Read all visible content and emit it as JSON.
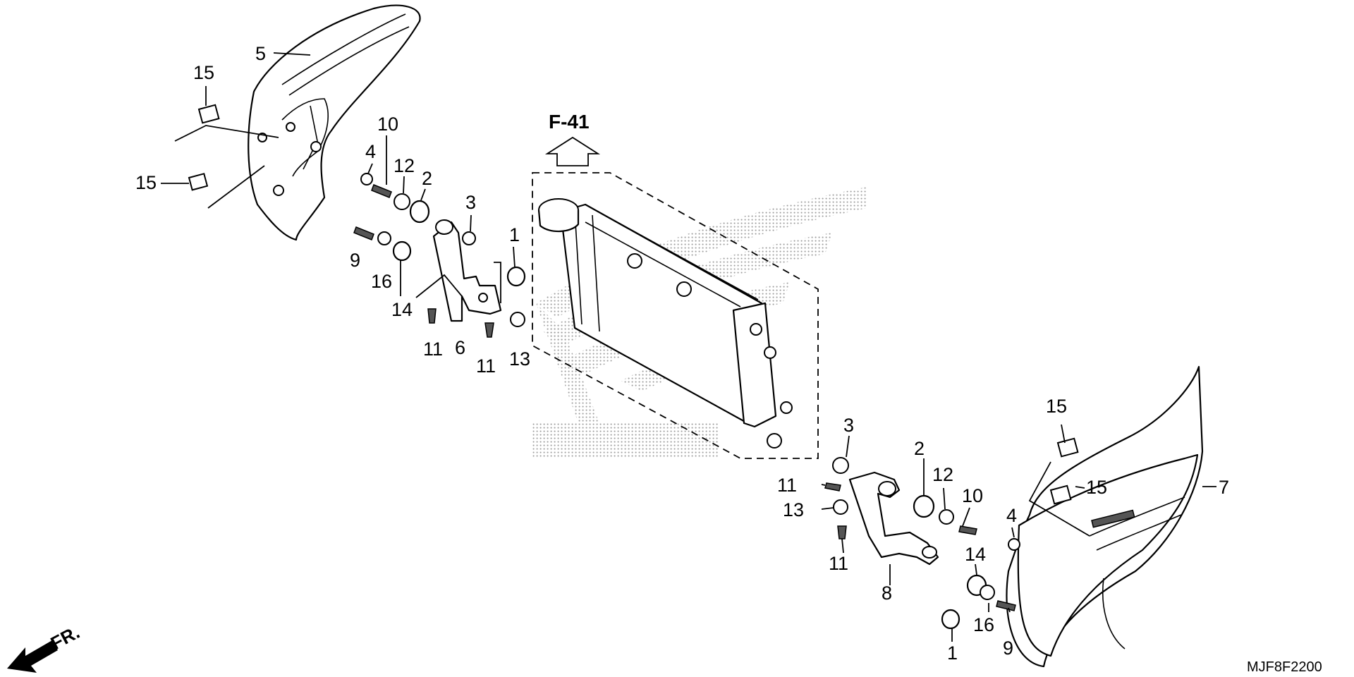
{
  "diagram": {
    "reference": "F-41",
    "code": "MJF8F2200",
    "direction_label": "FR.",
    "watermark": "HONDA",
    "callouts": [
      {
        "id": "c5",
        "text": "5"
      },
      {
        "id": "c15a",
        "text": "15"
      },
      {
        "id": "c15b",
        "text": "15"
      },
      {
        "id": "c10a",
        "text": "10"
      },
      {
        "id": "c4a",
        "text": "4"
      },
      {
        "id": "c12a",
        "text": "12"
      },
      {
        "id": "c2a",
        "text": "2"
      },
      {
        "id": "c3a",
        "text": "3"
      },
      {
        "id": "c1a",
        "text": "1"
      },
      {
        "id": "c9a",
        "text": "9"
      },
      {
        "id": "c16a",
        "text": "16"
      },
      {
        "id": "c14a",
        "text": "14"
      },
      {
        "id": "c11a",
        "text": "11"
      },
      {
        "id": "c6",
        "text": "6"
      },
      {
        "id": "c11b",
        "text": "11"
      },
      {
        "id": "c13a",
        "text": "13"
      },
      {
        "id": "c15c",
        "text": "15"
      },
      {
        "id": "c15d",
        "text": "15"
      },
      {
        "id": "c7",
        "text": "7"
      },
      {
        "id": "c3b",
        "text": "3"
      },
      {
        "id": "c2b",
        "text": "2"
      },
      {
        "id": "c12b",
        "text": "12"
      },
      {
        "id": "c10b",
        "text": "10"
      },
      {
        "id": "c11c",
        "text": "11"
      },
      {
        "id": "c13b",
        "text": "13"
      },
      {
        "id": "c4b",
        "text": "4"
      },
      {
        "id": "c14b",
        "text": "14"
      },
      {
        "id": "c11d",
        "text": "11"
      },
      {
        "id": "c8",
        "text": "8"
      },
      {
        "id": "c16b",
        "text": "16"
      },
      {
        "id": "c9b",
        "text": "9"
      },
      {
        "id": "c1b",
        "text": "1"
      }
    ]
  }
}
